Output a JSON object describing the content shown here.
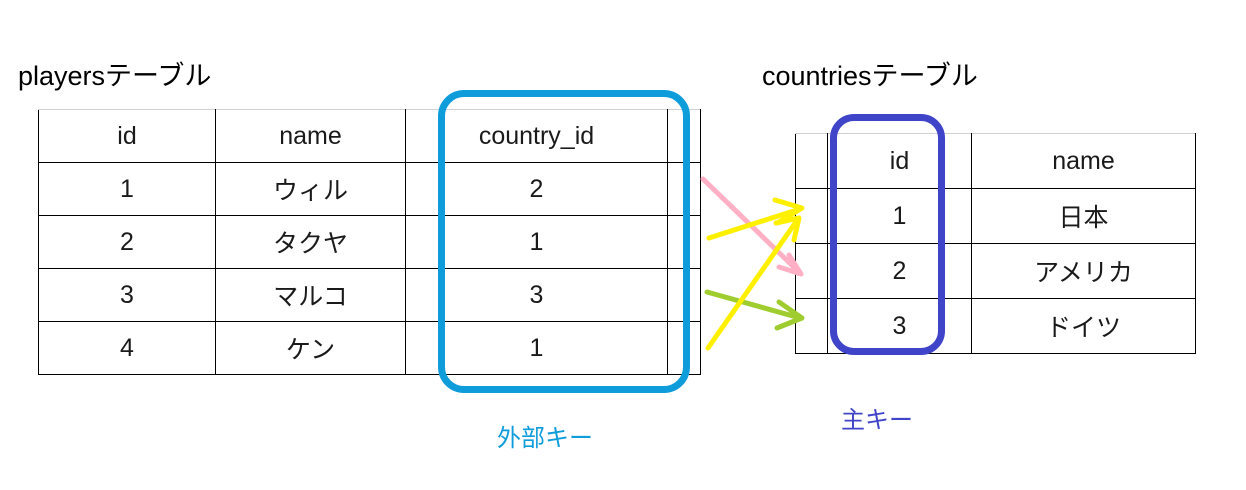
{
  "diagram": {
    "title_left": "playersテーブル",
    "title_right": "countriesテーブル"
  },
  "players_table": {
    "caption": "playersテーブル",
    "columns": [
      "id",
      "name",
      "country_id",
      ""
    ],
    "rows": [
      {
        "id": "1",
        "name": "ウィル",
        "country_id": "2"
      },
      {
        "id": "2",
        "name": "タクヤ",
        "country_id": "1"
      },
      {
        "id": "3",
        "name": "マルコ",
        "country_id": "3"
      },
      {
        "id": "4",
        "name": "ケン",
        "country_id": "1"
      }
    ]
  },
  "countries_table": {
    "caption": "countriesテーブル",
    "columns": [
      "",
      "id",
      "name"
    ],
    "rows": [
      {
        "id": "1",
        "name": "日本"
      },
      {
        "id": "2",
        "name": "アメリカ"
      },
      {
        "id": "3",
        "name": "ドイツ"
      }
    ]
  },
  "annotations": {
    "foreign_key_label": "外部キー",
    "primary_key_label": "主キー",
    "foreign_key_color": "#0e9cda",
    "primary_key_color": "#3f44c8"
  },
  "relations": [
    {
      "from": "players.country_id=2",
      "to": "countries.id=2",
      "color": "#ffb0c4"
    },
    {
      "from": "players.country_id=1",
      "to": "countries.id=1",
      "color": "#fff000"
    },
    {
      "from": "players.country_id=3",
      "to": "countries.id=3",
      "color": "#9fcc2e"
    },
    {
      "from": "players.country_id=1",
      "to": "countries.id=1",
      "color": "#fff000"
    }
  ]
}
